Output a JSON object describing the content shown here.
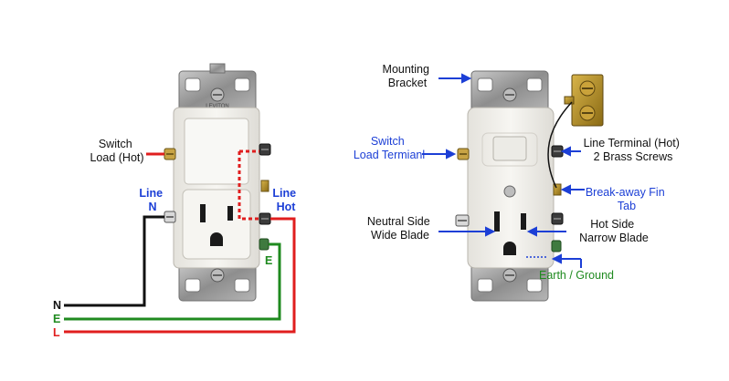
{
  "left_diagram": {
    "switch_load_line1": "Switch",
    "switch_load_line2": "Load (Hot)",
    "line_n_line1": "Line",
    "line_n_line2": "N",
    "line_hot_line1": "Line",
    "line_hot_line2": "Hot",
    "ground_tag": "E",
    "wire_n": "N",
    "wire_e": "E",
    "wire_l": "L",
    "brand_mark": "LEVITON"
  },
  "right_diagram": {
    "mounting_line1": "Mounting",
    "mounting_line2": "Bracket",
    "switch_load_line1": "Switch",
    "switch_load_line2": "Load Termianl",
    "line_terminal_line1": "Line Terminal (Hot)",
    "line_terminal_line2": "2 Brass Screws",
    "breakaway_line1": "Break-away Fin",
    "breakaway_line2": "Tab",
    "neutral_line1": "Neutral Side",
    "neutral_line2": "Wide Blade",
    "hot_line1": "Hot Side",
    "hot_line2": "Narrow Blade",
    "earth": "Earth / Ground"
  },
  "colors": {
    "hot_wire": "#e01e1e",
    "neutral_wire": "#111111",
    "ground_wire": "#1f8a1f",
    "label_blue": "#1c3fd6",
    "device_white": "#f2f0ea",
    "bracket_gray": "#9a9a9a"
  }
}
